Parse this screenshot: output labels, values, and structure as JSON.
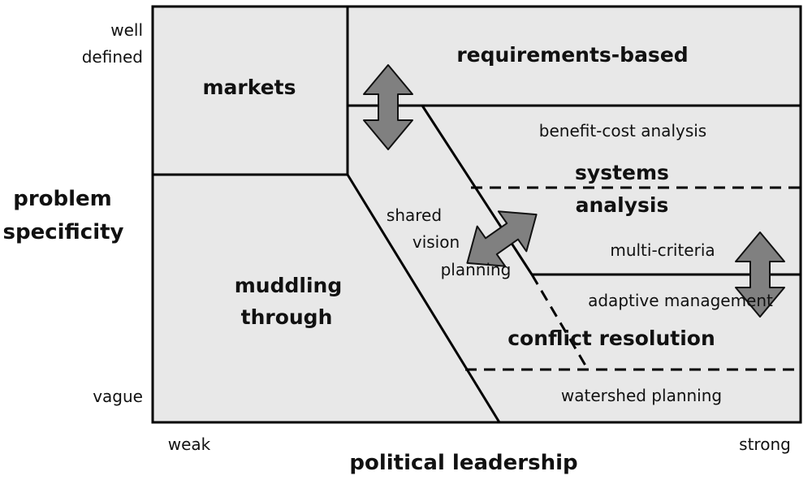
{
  "axes": {
    "y_title_line1": "problem",
    "y_title_line2": "specificity",
    "y_top_line1": "well",
    "y_top_line2": "defined",
    "y_bottom": "vague",
    "x_title": "political leadership",
    "x_left": "weak",
    "x_right": "strong"
  },
  "regions": {
    "markets": "markets",
    "requirements_based": "requirements-based",
    "benefit_cost": "benefit-cost analysis",
    "systems_line1": "systems",
    "systems_line2": "analysis",
    "shared_line1": "shared",
    "shared_line2": "vision",
    "shared_line3": "planning",
    "multi_criteria": "multi-criteria",
    "muddling_line1": "muddling",
    "muddling_line2": "through",
    "adaptive": "adaptive management",
    "conflict": "conflict resolution",
    "watershed": "watershed planning"
  },
  "colors": {
    "panel": "#e8e8e8",
    "arrow": "#808080",
    "border": "#000000"
  }
}
